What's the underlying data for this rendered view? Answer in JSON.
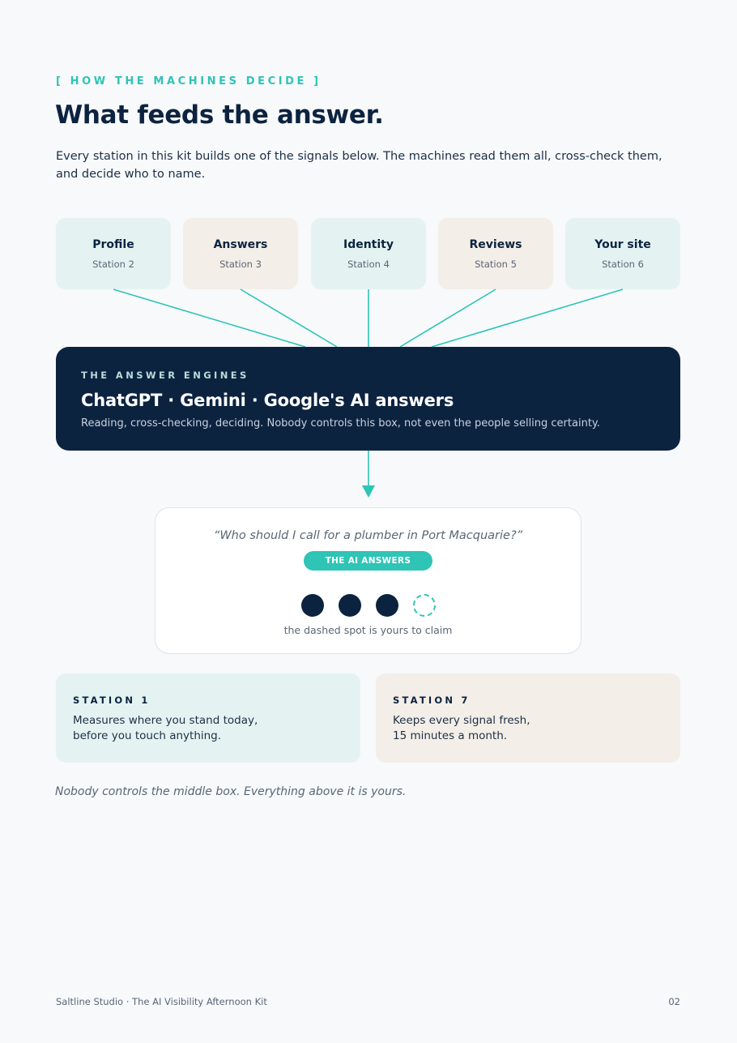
{
  "colors": {
    "accent": "#2ec4b6",
    "navy": "#0c2340",
    "mint": "#e4f3f1",
    "sand": "#f3eee7",
    "background": "#f7f9fb"
  },
  "eyebrow": "[ HOW THE MACHINES DECIDE ]",
  "title": "What feeds the answer.",
  "lead": "Every station in this kit builds one of the signals below. The machines read them all, cross-check them, and decide who to name.",
  "stations": [
    {
      "name": "Profile",
      "station": "Station 2"
    },
    {
      "name": "Answers",
      "station": "Station 3"
    },
    {
      "name": "Identity",
      "station": "Station 4"
    },
    {
      "name": "Reviews",
      "station": "Station 5"
    },
    {
      "name": "Your site",
      "station": "Station 6"
    }
  ],
  "engine": {
    "kicker": "THE ANSWER ENGINES",
    "head": "ChatGPT · Gemini · Google's AI answers",
    "sub": "Reading, cross-checking, deciding. Nobody controls this box, not even the people selling certainty."
  },
  "answer": {
    "question": "“Who should I call for a plumber in Port Macquarie?”",
    "pill": "THE AI ANSWERS",
    "filled_spots": 3,
    "open_spots": 1,
    "claim": "the dashed spot is yours to claim"
  },
  "bottom_cards": [
    {
      "kicker": "STATION 1",
      "line1": "Measures where you stand today,",
      "line2": "before you touch anything."
    },
    {
      "kicker": "STATION 7",
      "line1": "Keeps every signal fresh,",
      "line2": "15 minutes a month."
    }
  ],
  "footnote": "Nobody controls the middle box. Everything above it is yours.",
  "footer": {
    "left": "Saltline Studio · The AI Visibility Afternoon Kit",
    "page": "02"
  }
}
